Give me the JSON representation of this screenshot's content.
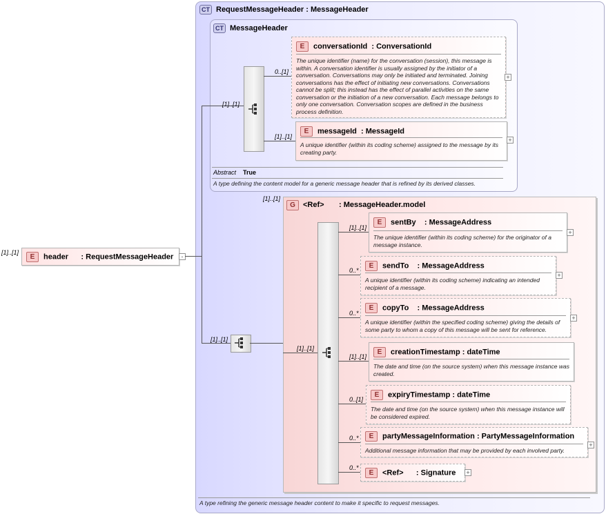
{
  "root": {
    "multiplicity": "[1]..[1]",
    "badge": "E",
    "name": "header",
    "type": ": RequestMessageHeader"
  },
  "outer_ct": {
    "badge": "CT",
    "title": "RequestMessageHeader : MessageHeader",
    "doc": "A type refining the generic message header content to make it specific to request messages."
  },
  "inner_ct": {
    "badge": "CT",
    "title": "MessageHeader",
    "seq_multiplicity": "[1]..[1]",
    "abstract_label": "Abstract",
    "abstract_value": "True",
    "doc": "A type defining the content model for a generic message header that is refined by its derived classes.",
    "elements": [
      {
        "name": "conversationId",
        "type": ": ConversationId",
        "multiplicity": "0..[1]",
        "doc": "The unique identifier (name) for the conversation (session), this message is within. A conversation identifier is usually assigned by the initiator of a conversation. Conversations may only be initiated and terminated. Joining conversations has the effect of initiating new conversations. Conversations cannot be split; this instead has the effect of parallel activities on the same conversation or the initiation of a new conversation. Each message belongs to only one conversation. Conversation scopes are defined in the business process definition."
      },
      {
        "name": "messageId",
        "type": ": MessageId",
        "multiplicity": "[1]..[1]",
        "doc": "A unique identifier (within its coding scheme) assigned to the message by its creating party."
      }
    ]
  },
  "group": {
    "badge": "G",
    "ref_label": "<Ref>",
    "name": ": MessageHeader.model",
    "group_multiplicity": "[1]..[1]",
    "seq_multiplicity_outer": "[1]..[1]",
    "seq_multiplicity_inner": "[1]..[1]",
    "elements": [
      {
        "name": "sentBy",
        "type": ": MessageAddress",
        "multiplicity": "[1]..[1]",
        "doc": "The unique identifier (within its coding scheme) for the originator of a message instance."
      },
      {
        "name": "sendTo",
        "type": ": MessageAddress",
        "multiplicity": "0..*",
        "doc": "A unique identifier (within its coding scheme) indicating an intended recipient of a message."
      },
      {
        "name": "copyTo",
        "type": ": MessageAddress",
        "multiplicity": "0..*",
        "doc": "A unique identifier (within the specified coding scheme) giving the details of some party to whom a copy of this message will be sent for reference."
      },
      {
        "name": "creationTimestamp",
        "type": ": dateTime",
        "multiplicity": "[1]..[1]",
        "doc": "The date and time (on the source system) when this message instance was created."
      },
      {
        "name": "expiryTimestamp",
        "type": ": dateTime",
        "multiplicity": "0..[1]",
        "doc": "The date and time (on the source system) when this message instance will be considered expired."
      },
      {
        "name": "partyMessageInformation",
        "type": ": PartyMessageInformation",
        "multiplicity": "0..*",
        "doc": "Additional message information that may be provided by each involved party."
      },
      {
        "name": "<Ref>",
        "type": ": Signature",
        "multiplicity": "0..*",
        "doc": ""
      }
    ]
  },
  "icons": {
    "element": "E",
    "expand": "+",
    "collapse": "-",
    "sequence": "sequence-icon"
  }
}
